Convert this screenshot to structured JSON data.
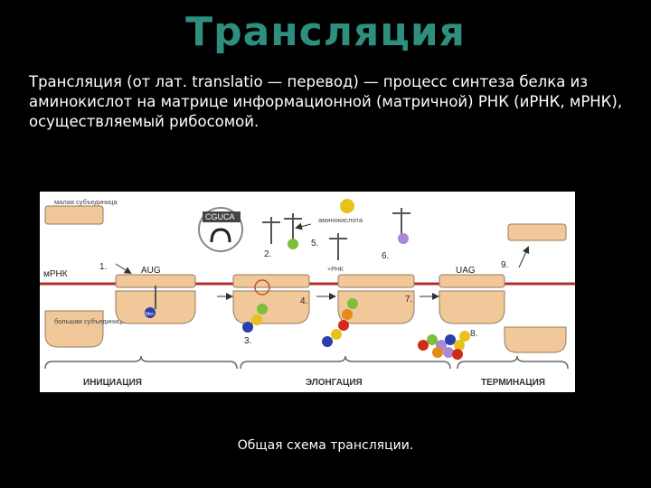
{
  "title": "Трансляция",
  "description": {
    "term": "Трансляция",
    "rest": " (от лат. translatio — перевод) — процесс синтеза белка из аминокислот на матрице информационной (матричной) РНК (иРНК, мРНК), осуществляемый рибосомой."
  },
  "diagram": {
    "small_subunit": "малая субъединица",
    "large_subunit": "большая субъединица",
    "mrna": "мРНК",
    "codon_start": "AUG",
    "codon_stop": "UAG",
    "anticodon_box": "CGUCA",
    "amino_acid": "аминокислота",
    "trna_label": "+РНК",
    "met": "Мет",
    "steps": [
      "1.",
      "2.",
      "3.",
      "4.",
      "5.",
      "6.",
      "7.",
      "8.",
      "9."
    ],
    "phases": [
      "ИНИЦИАЦИЯ",
      "ЭЛОНГАЦИЯ",
      "ТЕРМИНАЦИЯ"
    ]
  },
  "caption": "Общая схема трансляции.",
  "colors": {
    "title": "#2e8f7f",
    "ribosome": "#f0c89a",
    "mrna": "#b03030",
    "aa_yellow": "#e6c21a",
    "aa_green": "#7cc03a",
    "aa_purple": "#a888d8",
    "aa_blue": "#2b3fa8",
    "aa_red": "#d02a1a",
    "aa_orange": "#e88a1a"
  }
}
